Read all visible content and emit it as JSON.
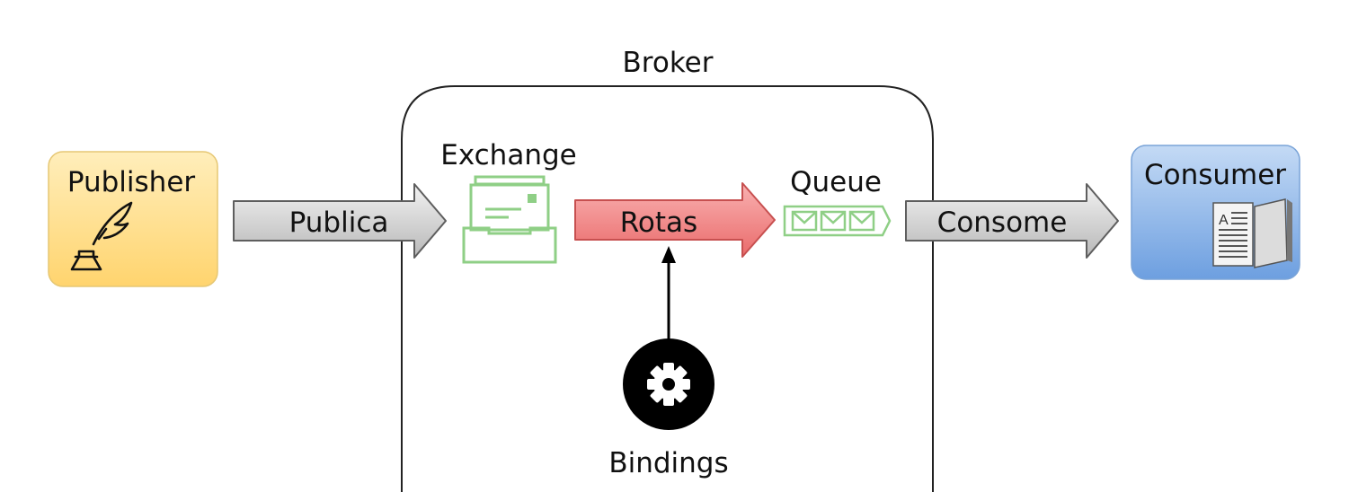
{
  "broker": {
    "label": "Broker"
  },
  "publisher": {
    "label": "Publisher",
    "icon": "quill-inkwell-icon",
    "fill_top": "#ffe9a8",
    "fill_bottom": "#ffd776",
    "stroke": "#e8c870"
  },
  "consumer": {
    "label": "Consumer",
    "icon": "open-book-icon",
    "fill_top": "#b9d3f3",
    "fill_bottom": "#6f9fde",
    "stroke": "#7ea6d8"
  },
  "exchange": {
    "label": "Exchange",
    "icon": "inbox-tray-icon",
    "color": "#8fcf86"
  },
  "queue": {
    "label": "Queue",
    "icon": "message-queue-icon",
    "color": "#8fcf86"
  },
  "bindings": {
    "label": "Bindings",
    "icon": "gear-icon"
  },
  "arrows": {
    "publish": {
      "label": "Publica",
      "color": "#cfcfcf"
    },
    "route": {
      "label": "Rotas",
      "color": "#ef8080"
    },
    "consume": {
      "label": "Consome",
      "color": "#cfcfcf"
    }
  }
}
